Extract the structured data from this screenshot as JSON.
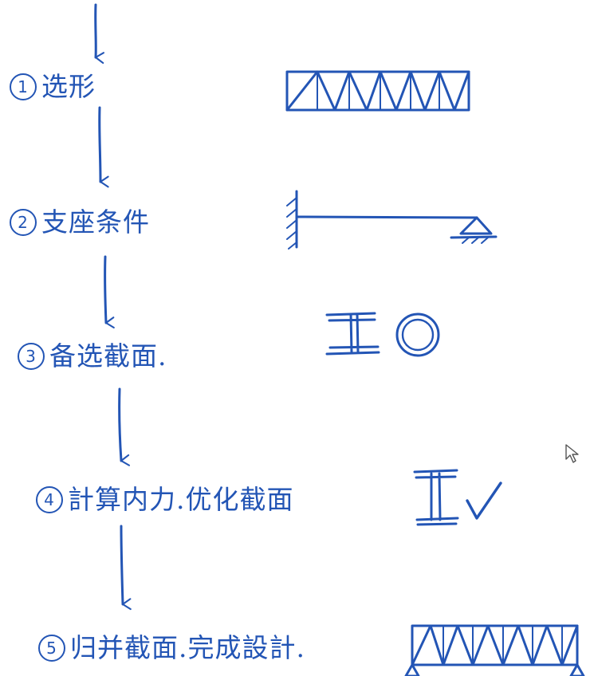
{
  "steps": [
    {
      "number": "1",
      "text": "选形",
      "drawing": "flat-truss"
    },
    {
      "number": "2",
      "text": "支座条件",
      "drawing": "propped-cantilever"
    },
    {
      "number": "3",
      "text": "备选截面.",
      "drawing": "i-beam-and-circle-sections"
    },
    {
      "number": "4",
      "text": "計算内力.优化截面",
      "drawing": "i-beam-with-checkmark"
    },
    {
      "number": "5",
      "text": "归并截面.完成設計.",
      "drawing": "supported-truss"
    }
  ],
  "colors": {
    "ink": "#2355b5",
    "background": "#ffffff"
  },
  "cursor_icon": "mouse-pointer-icon"
}
